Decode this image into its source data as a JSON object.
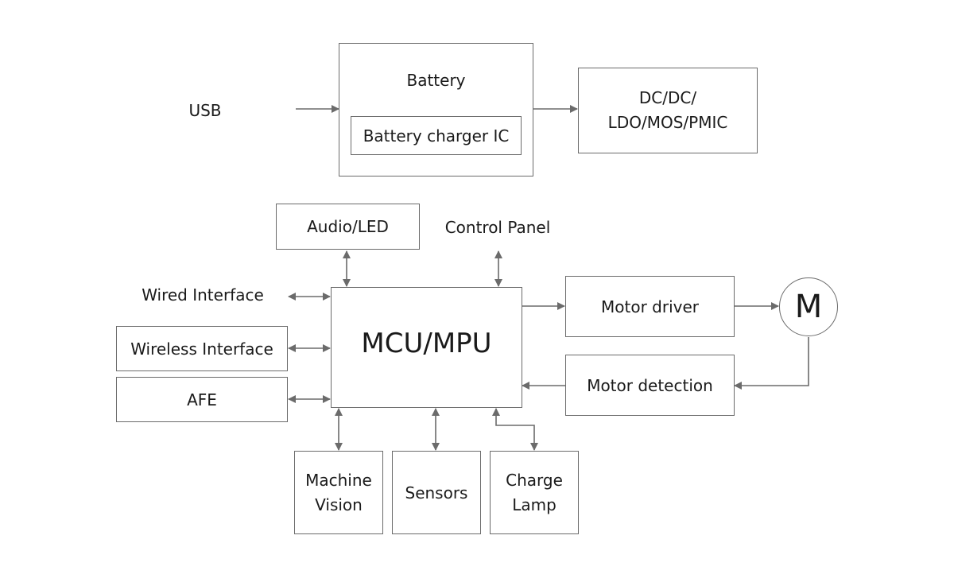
{
  "power": {
    "usb_label": "USB",
    "battery_label": "Battery",
    "charger_ic_label": "Battery charger IC",
    "dcdc_line1": "DC/DC/",
    "dcdc_line2": "LDO/MOS/PMIC"
  },
  "control": {
    "mcu_label": "MCU/MPU",
    "audio_led_label": "Audio/LED",
    "control_panel_label": "Control Panel",
    "wired_interface_label": "Wired Interface",
    "wireless_interface_label": "Wireless Interface",
    "afe_label": "AFE",
    "machine_vision_line1": "Machine",
    "machine_vision_line2": "Vision",
    "sensors_label": "Sensors",
    "charge_lamp_line1": "Charge",
    "charge_lamp_line2": "Lamp"
  },
  "motor": {
    "driver_label": "Motor driver",
    "detection_label": "Motor detection",
    "symbol": "M"
  },
  "colors": {
    "line": "#6b6b6b",
    "text": "#1a1a1a"
  }
}
